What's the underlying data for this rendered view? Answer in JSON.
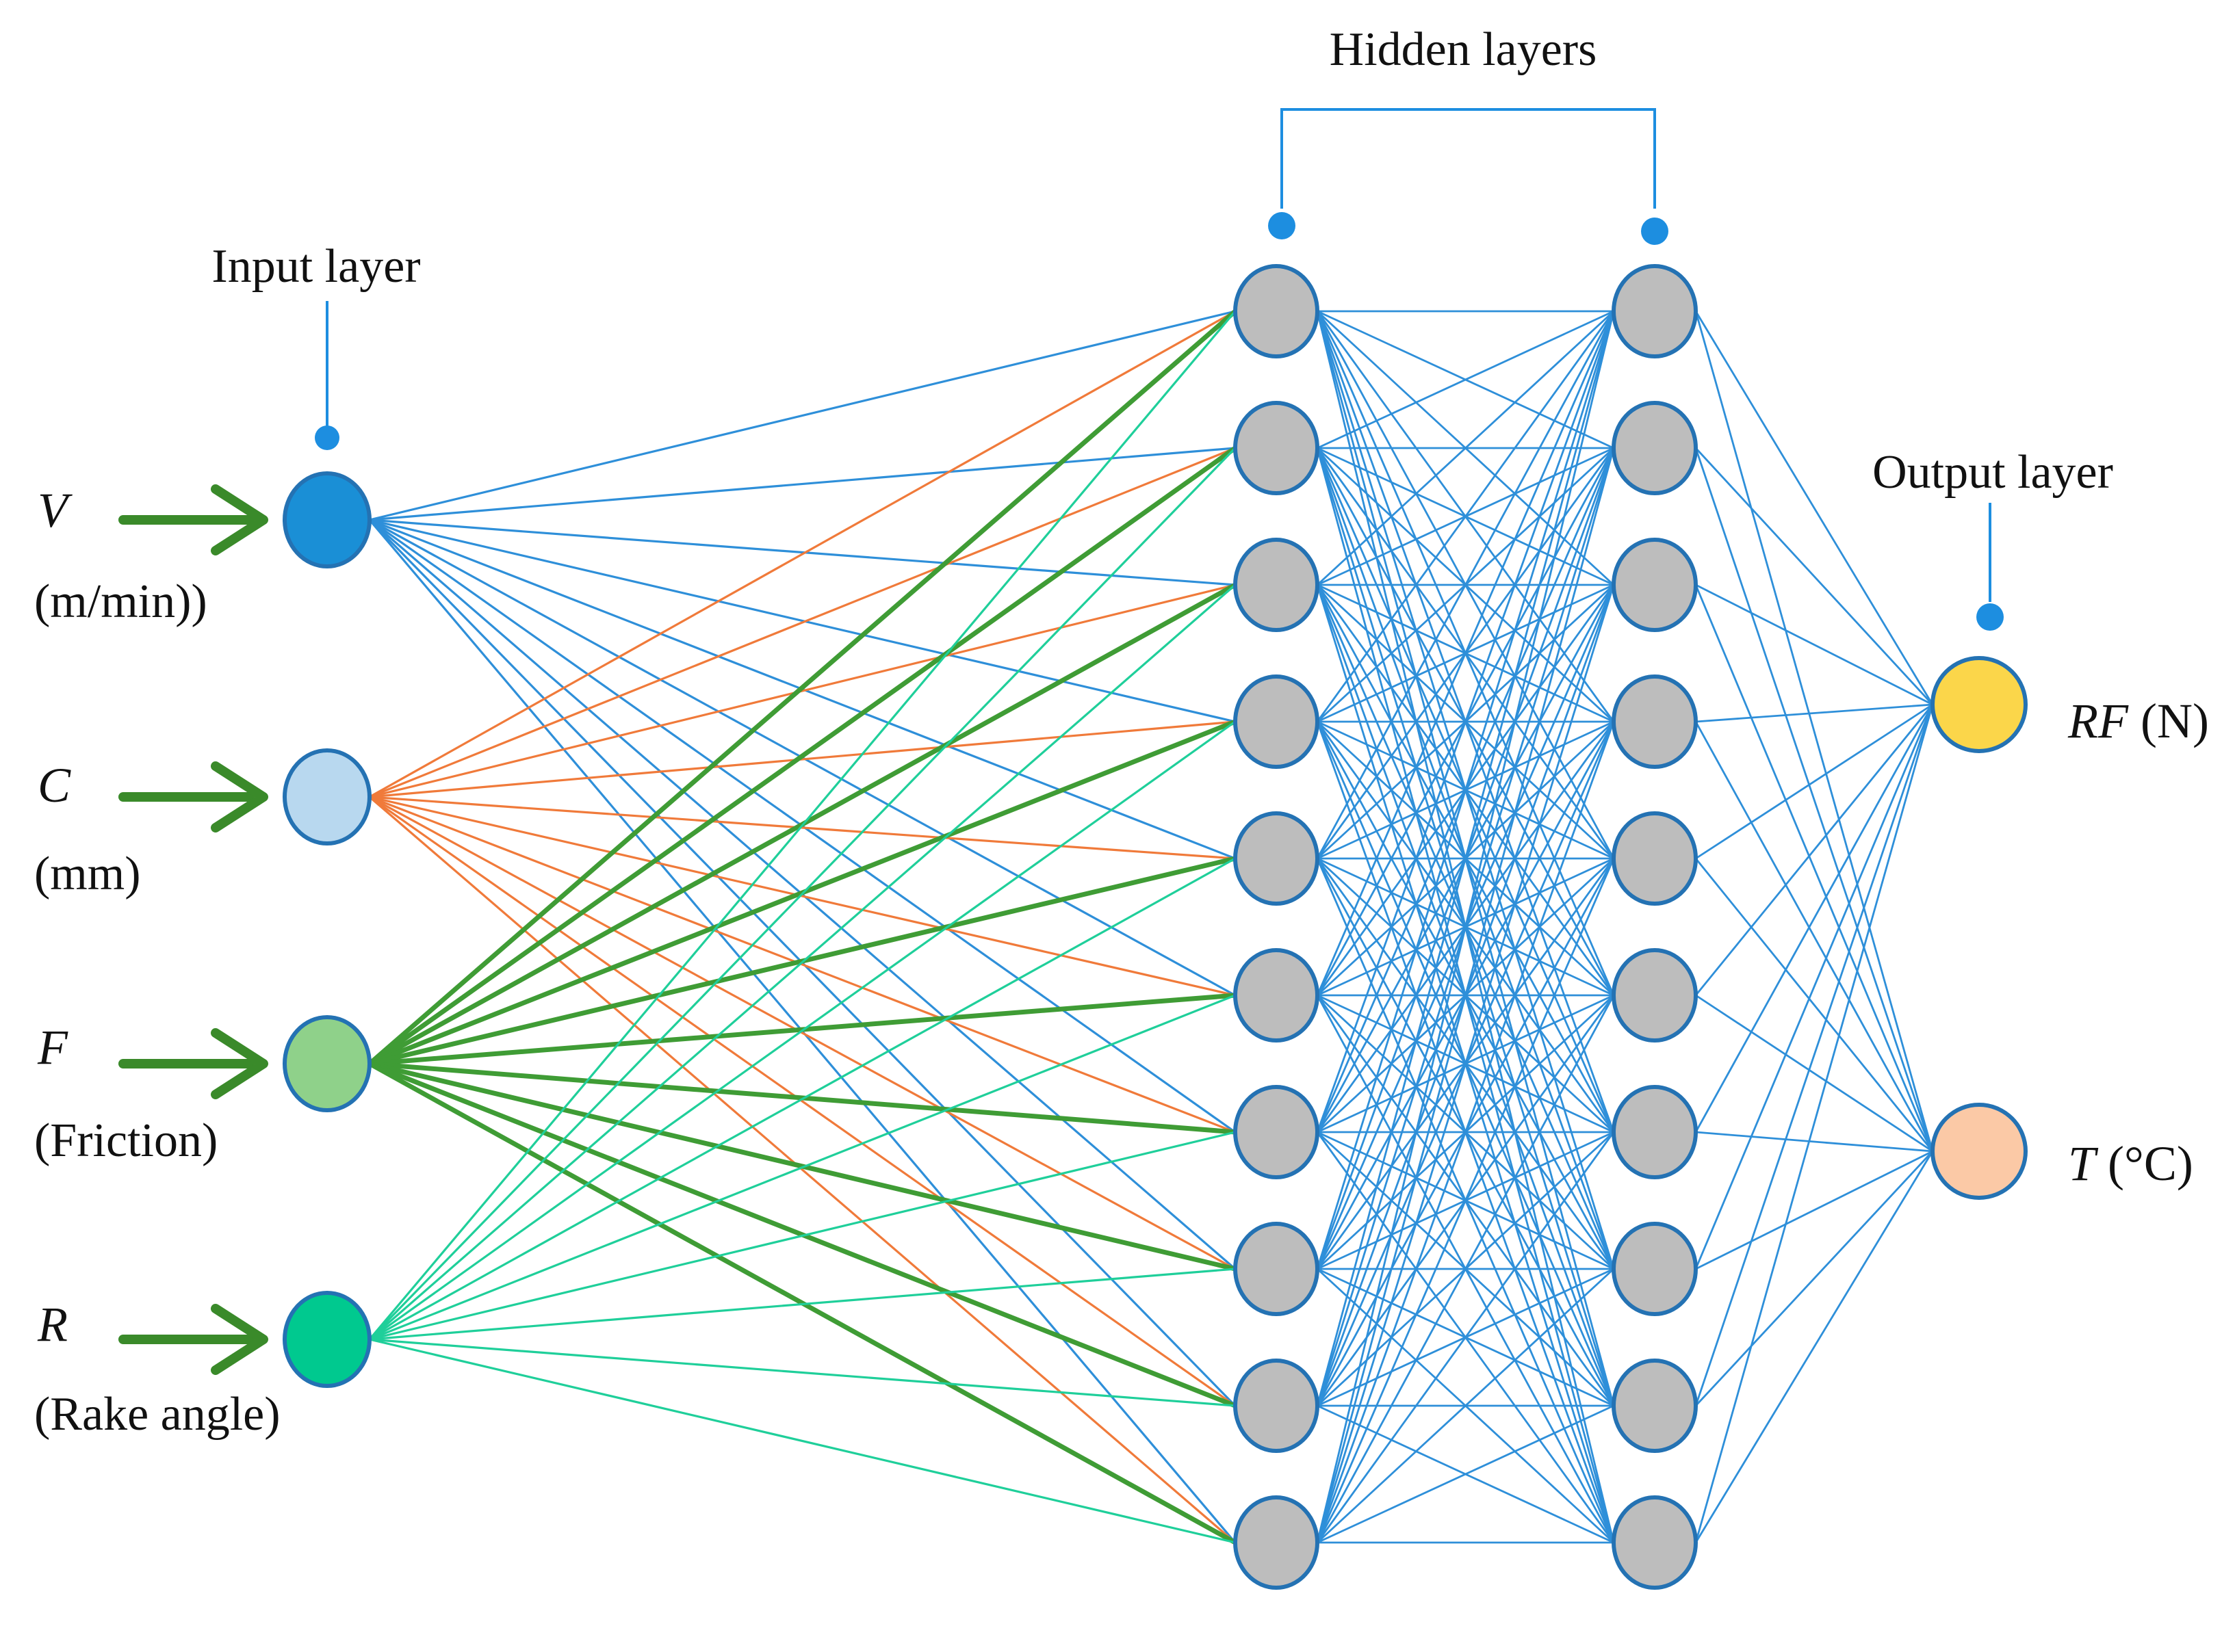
{
  "layer_titles": {
    "input": "Input layer",
    "hidden": "Hidden layers",
    "output": "Output layer"
  },
  "inputs": [
    {
      "symbol": "V",
      "unit": "(m/min))",
      "color": "#1a8fd6",
      "edge_color": "#2e8fd9"
    },
    {
      "symbol": "C",
      "unit": "(mm)",
      "color": "#b8d8ef",
      "edge_color": "#f07a3a"
    },
    {
      "symbol": "F",
      "unit": "(Friction)",
      "color": "#8fd18a",
      "edge_color": "#3f9c35"
    },
    {
      "symbol": "R",
      "unit": "(Rake angle)",
      "color": "#00c98f",
      "edge_color": "#1fcf9a"
    }
  ],
  "hidden_layers": [
    {
      "node_count": 10,
      "color": "#bdbdbd"
    },
    {
      "node_count": 10,
      "color": "#bdbdbd"
    }
  ],
  "outputs": [
    {
      "symbol": "RF",
      "unit": "(N)",
      "color": "#fbd64a"
    },
    {
      "symbol": "T",
      "unit": "(°C)",
      "color": "#fbc9a6"
    }
  ],
  "colors": {
    "node_stroke": "#2472b3",
    "hidden_edges": "#2e8fd9",
    "arrow": "#3a8a2a",
    "marker": "#1d8ee0"
  },
  "icons": {
    "input_arrow": "right-arrow-icon"
  }
}
